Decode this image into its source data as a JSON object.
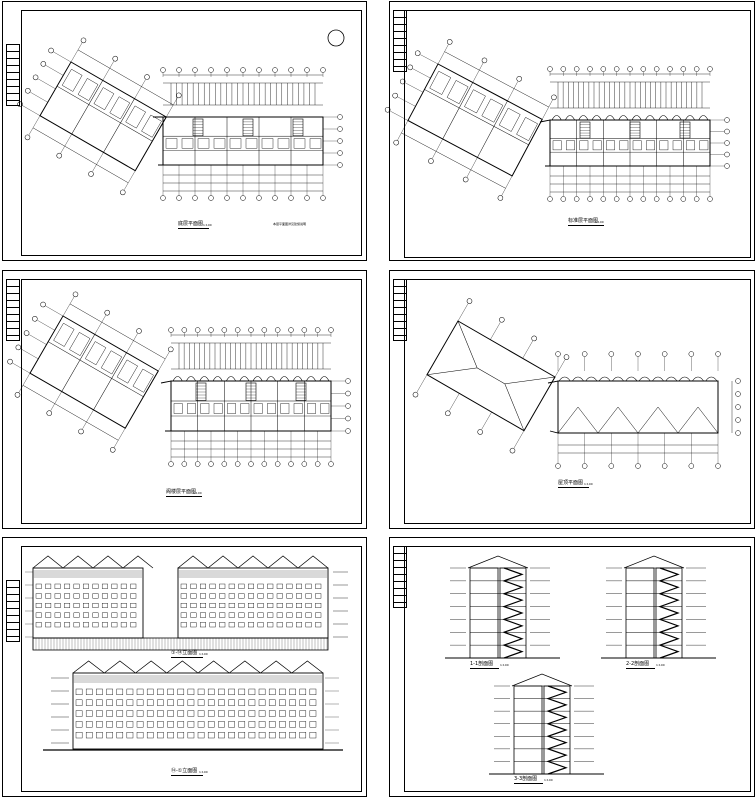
{
  "sheets": [
    {
      "id": "sheet-1",
      "caption": "底层平面图",
      "scale": "1:100",
      "note": "本层平面图详见建施说明"
    },
    {
      "id": "sheet-2",
      "caption": "标准层平面图",
      "scale": "1:100"
    },
    {
      "id": "sheet-3",
      "caption": "阁楼层平面图",
      "scale": "1:100"
    },
    {
      "id": "sheet-4",
      "caption": "屋顶平面图",
      "scale": "1:100"
    },
    {
      "id": "sheet-5",
      "caption_a": "①-⑭立面图",
      "caption_b": "⑭-①立面图",
      "scale": "1:100"
    },
    {
      "id": "sheet-6",
      "caption_a": "1-1剖面图",
      "caption_b": "2-2剖面图",
      "caption_c": "3-3剖面图",
      "scale": "1:100"
    }
  ],
  "colors": {
    "line": "#000000",
    "paper": "#ffffff"
  }
}
